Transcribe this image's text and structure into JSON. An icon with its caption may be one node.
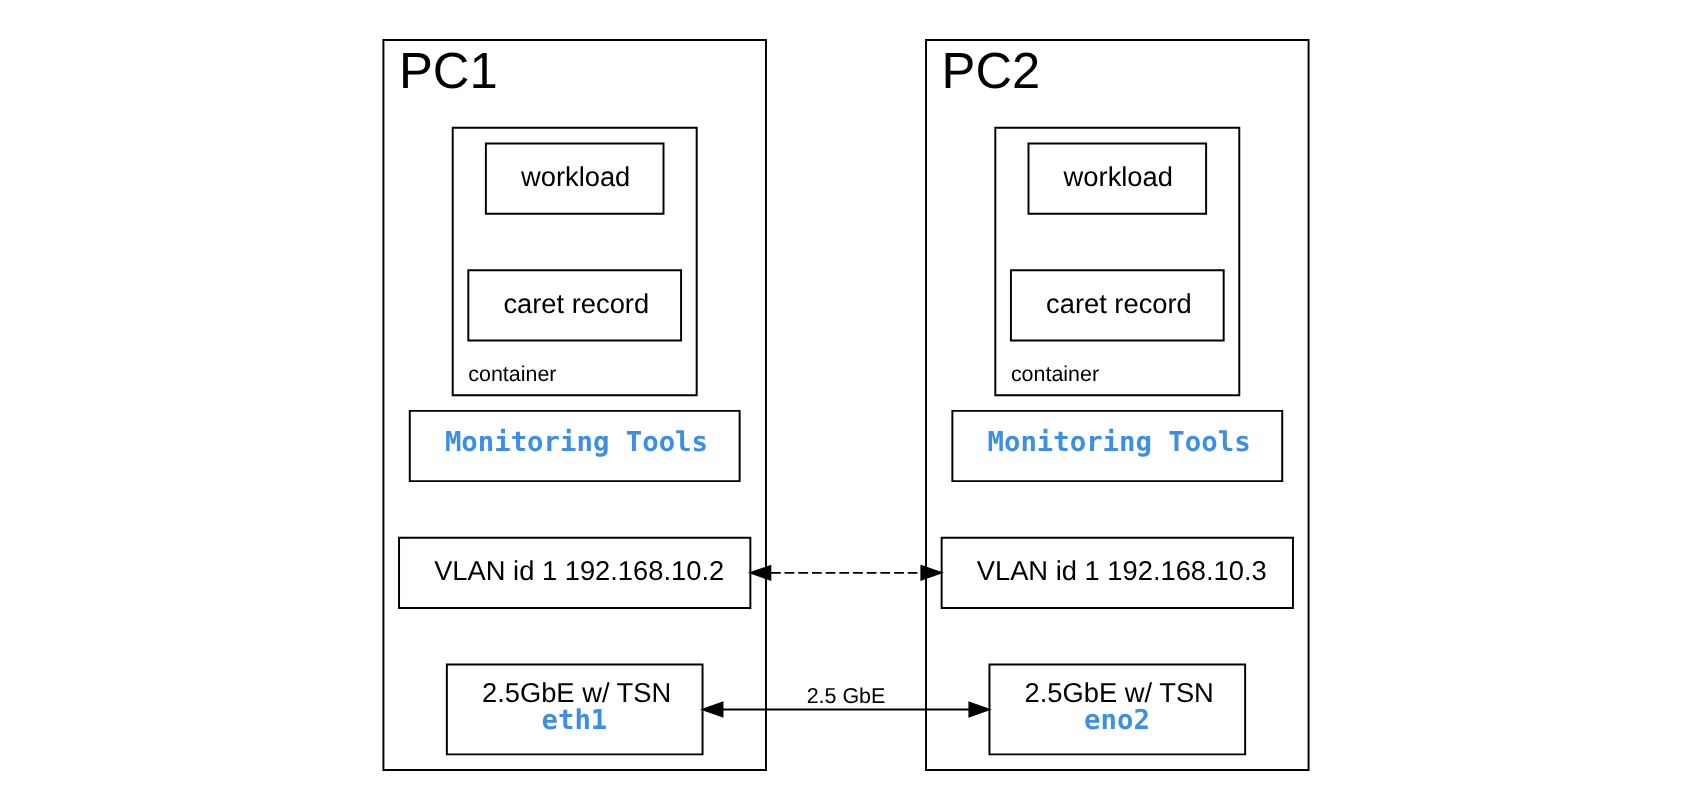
{
  "diagram": {
    "nodes": [
      {
        "text": [
          "PC1"
        ]
      },
      {
        "text": [],
        "shape": "box",
        "in": 0,
        "beside": [
          "container"
        ]
      },
      {
        "text": [
          "workload"
        ],
        "in": 1
      },
      {
        "text": [
          "caret record"
        ],
        "in": 1
      },
      {
        "text": [
          "Monitoring Tools"
        ],
        "in": 0
      },
      {
        "text": [
          "VLAN id 1 192.168.10.2"
        ],
        "in": 0
      },
      {
        "text": [
          "2.5GbE w/ TSN",
          "eth1"
        ],
        "in": 0
      },
      {
        "text": [
          "PC2"
        ]
      },
      {
        "text": [],
        "shape": "box",
        "in": 7,
        "beside": [
          "container"
        ]
      },
      {
        "text": [
          "workload"
        ],
        "in": 8
      },
      {
        "text": [
          "caret record"
        ],
        "in": 8
      },
      {
        "text": [
          "Monitoring Tools"
        ],
        "in": 7
      },
      {
        "text": [
          "VLAN id 1 192.168.10.3"
        ],
        "in": 7
      },
      {
        "text": [
          "2.5GbE w/ TSN",
          "eno2"
        ],
        "in": 7
      }
    ],
    "edges": [
      {
        "from": 5,
        "to": 12,
        "arrow": "both",
        "style": "dashed"
      },
      {
        "from": 6,
        "to": 13,
        "arrow": "both",
        "label": "2.5 GbE"
      }
    ]
  }
}
